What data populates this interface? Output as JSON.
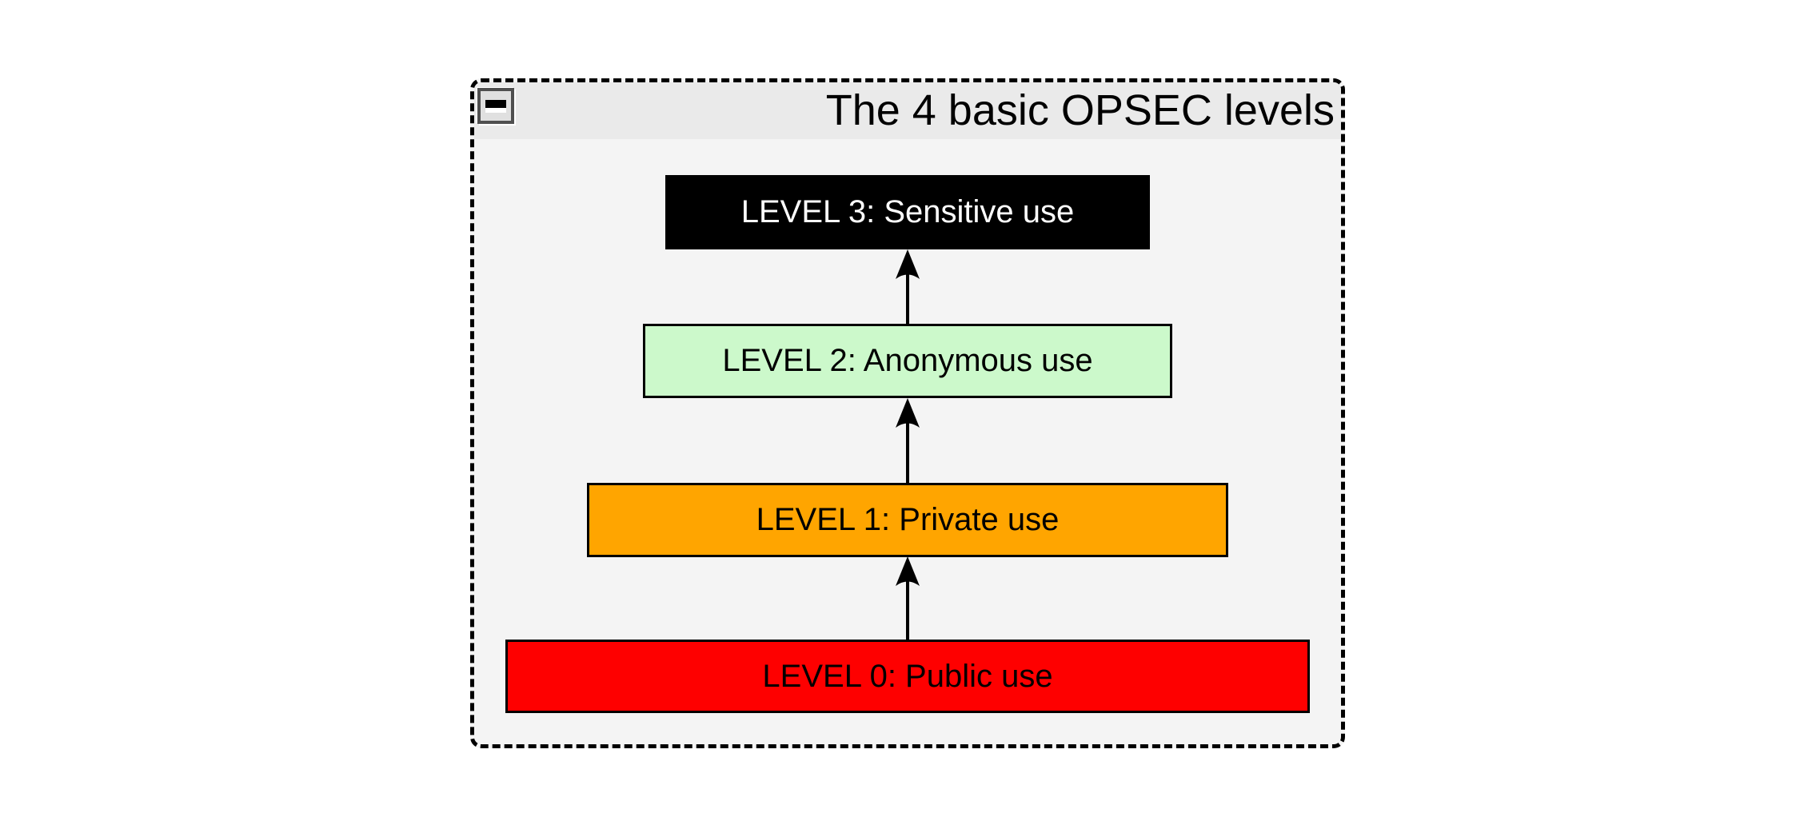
{
  "window": {
    "title": "The 4 basic OPSEC levels",
    "controls": {
      "minimize_tooltip": "minimize"
    }
  },
  "colors": {
    "page_bg": "#ffffff",
    "window_bg": "#f4f4f4",
    "titlebar_bg": "#eaeaea",
    "border": "#000000",
    "arrow": "#000000"
  },
  "diagram": {
    "type": "flow",
    "direction": "bottom-to-top",
    "levels": [
      {
        "label": "LEVEL 3: Sensitive use",
        "fill": "#000000",
        "text_color": "#ffffff"
      },
      {
        "label": "LEVEL 2: Anonymous use",
        "fill": "#ccf9cb",
        "text_color": "#000000"
      },
      {
        "label": "LEVEL 1: Private use",
        "fill": "#ffa500",
        "text_color": "#000000"
      },
      {
        "label": "LEVEL 0: Public use",
        "fill": "#fe0000",
        "text_color": "#000000"
      }
    ],
    "connections": [
      {
        "from": "LEVEL 0: Public use",
        "to": "LEVEL 1: Private use"
      },
      {
        "from": "LEVEL 1: Private use",
        "to": "LEVEL 2: Anonymous use"
      },
      {
        "from": "LEVEL 2: Anonymous use",
        "to": "LEVEL 3: Sensitive use"
      }
    ]
  }
}
